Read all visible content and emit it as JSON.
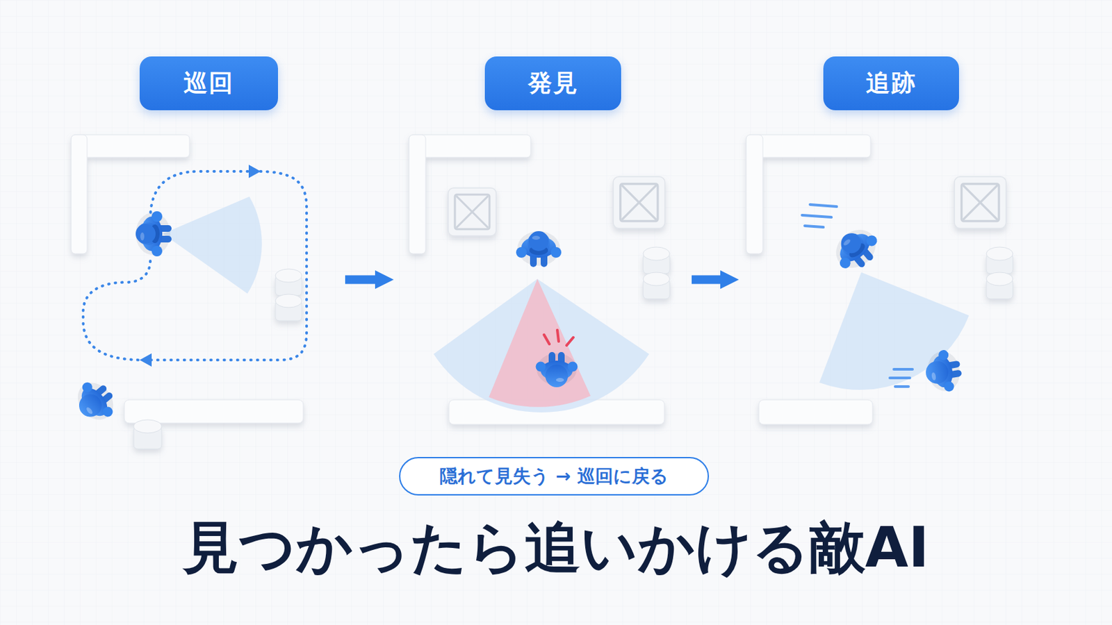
{
  "diagram": {
    "title": "見つかったら追いかける敵AI",
    "nodes": [
      {
        "text": [
          "巡回"
        ]
      },
      {
        "text": [
          "発見"
        ]
      },
      {
        "text": [
          "追跡"
        ]
      },
      {
        "text": [
          "隠れて見失う → 巡回に戻る"
        ]
      }
    ],
    "edges": [
      {
        "from": 0,
        "to": 1,
        "arrow": "to"
      },
      {
        "from": 1,
        "to": 2,
        "arrow": "to"
      }
    ]
  }
}
